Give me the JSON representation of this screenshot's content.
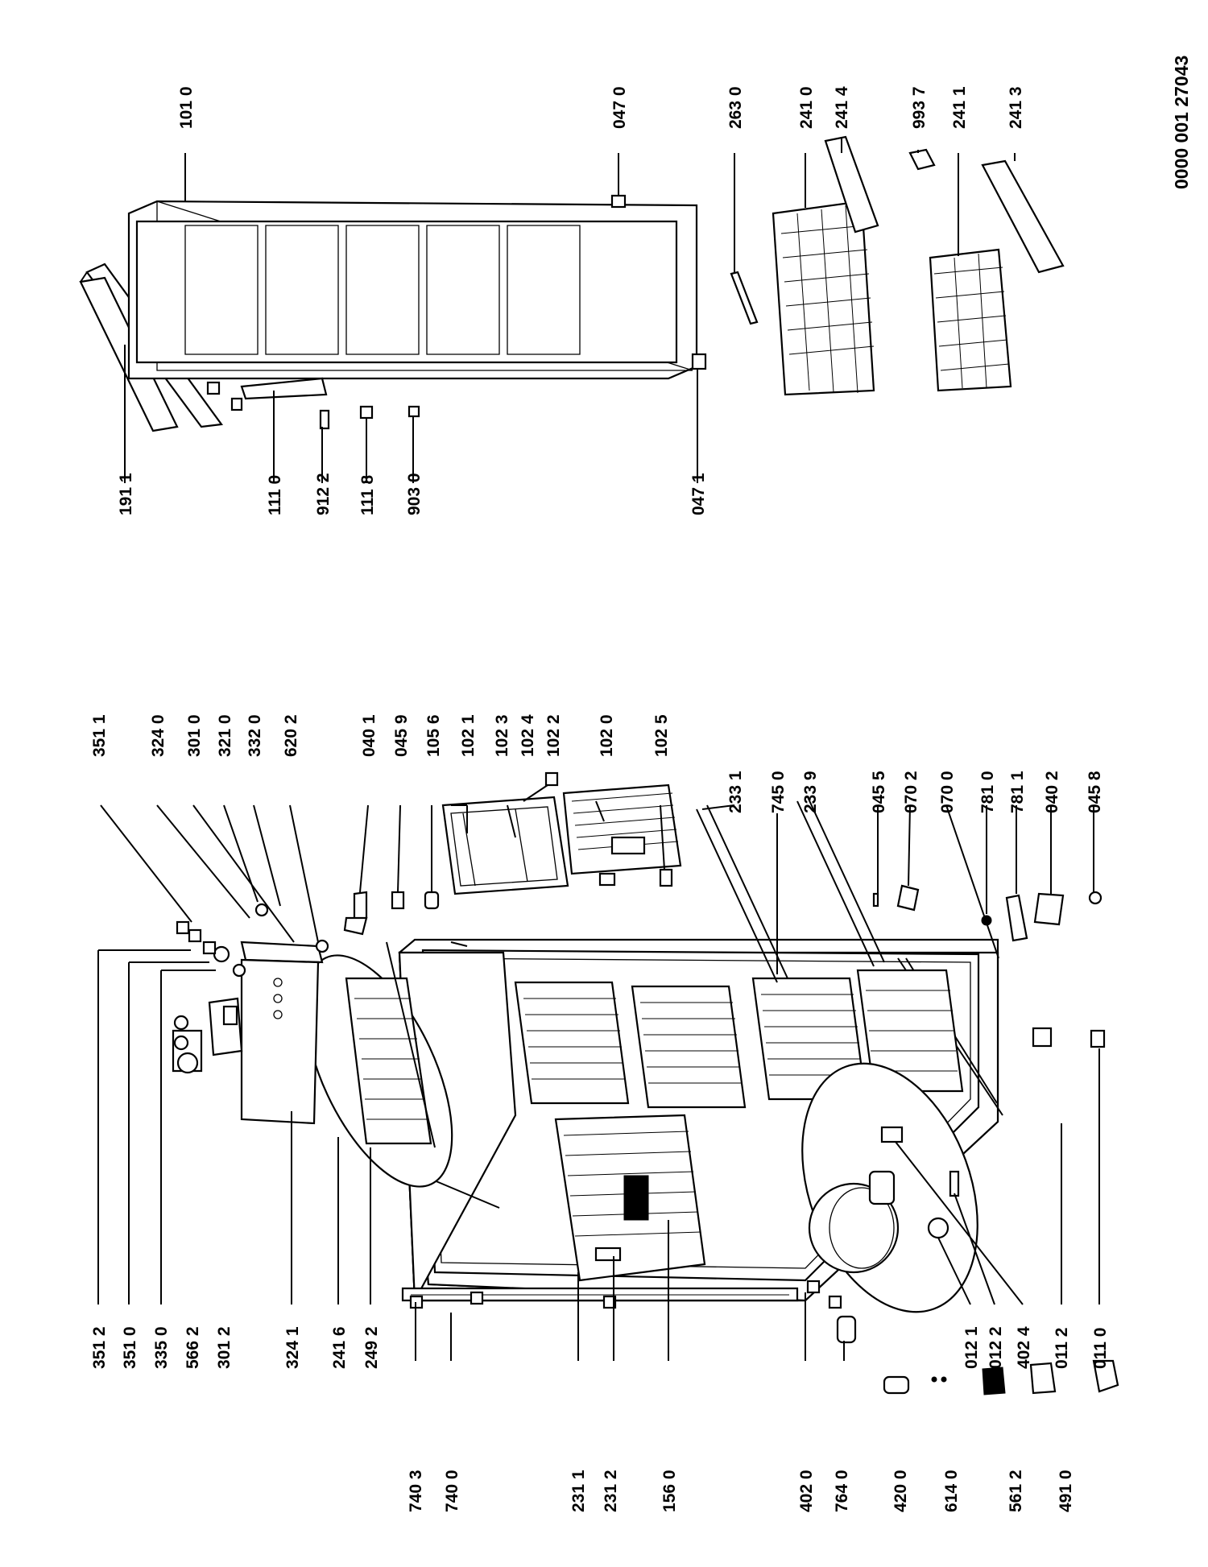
{
  "diagram_code": "0000 001 27043",
  "labels_left_top": [
    "351 2",
    "351 0",
    "335 0",
    "566 2",
    "301 2",
    "324 1",
    "241 6",
    "249 2"
  ],
  "labels_left_bottom": [
    "740 3",
    "740 0",
    "231 1",
    "231 2",
    "156 0",
    "402 0",
    "764 0",
    "420 0",
    "614 0",
    "561 2",
    "491 0"
  ],
  "labels_bottom_mid": [
    "012 1",
    "012 2",
    "402 4",
    "011 2",
    "011 0"
  ],
  "labels_top_controls": [
    "351 1",
    "324 0",
    "301 0",
    "321 0",
    "332 0",
    "620 2"
  ],
  "labels_mid": [
    "040 1",
    "045 9",
    "105 6",
    "102 1",
    "102 3",
    "102 4",
    "102 2",
    "102 0",
    "102 5"
  ],
  "labels_right_col": [
    "233 1",
    "745 0",
    "233 9",
    "045 5",
    "070 2",
    "070 0",
    "781 0",
    "781 1",
    "040 2",
    "045 8"
  ],
  "labels_door_left": [
    "191 1",
    "111 0",
    "912 2",
    "111 8",
    "903 0",
    "047 1"
  ],
  "labels_door_right": [
    "101 0",
    "047 0"
  ],
  "labels_baskets": [
    "263 0",
    "241 0",
    "241 4",
    "993 7",
    "241 1",
    "241 3"
  ]
}
